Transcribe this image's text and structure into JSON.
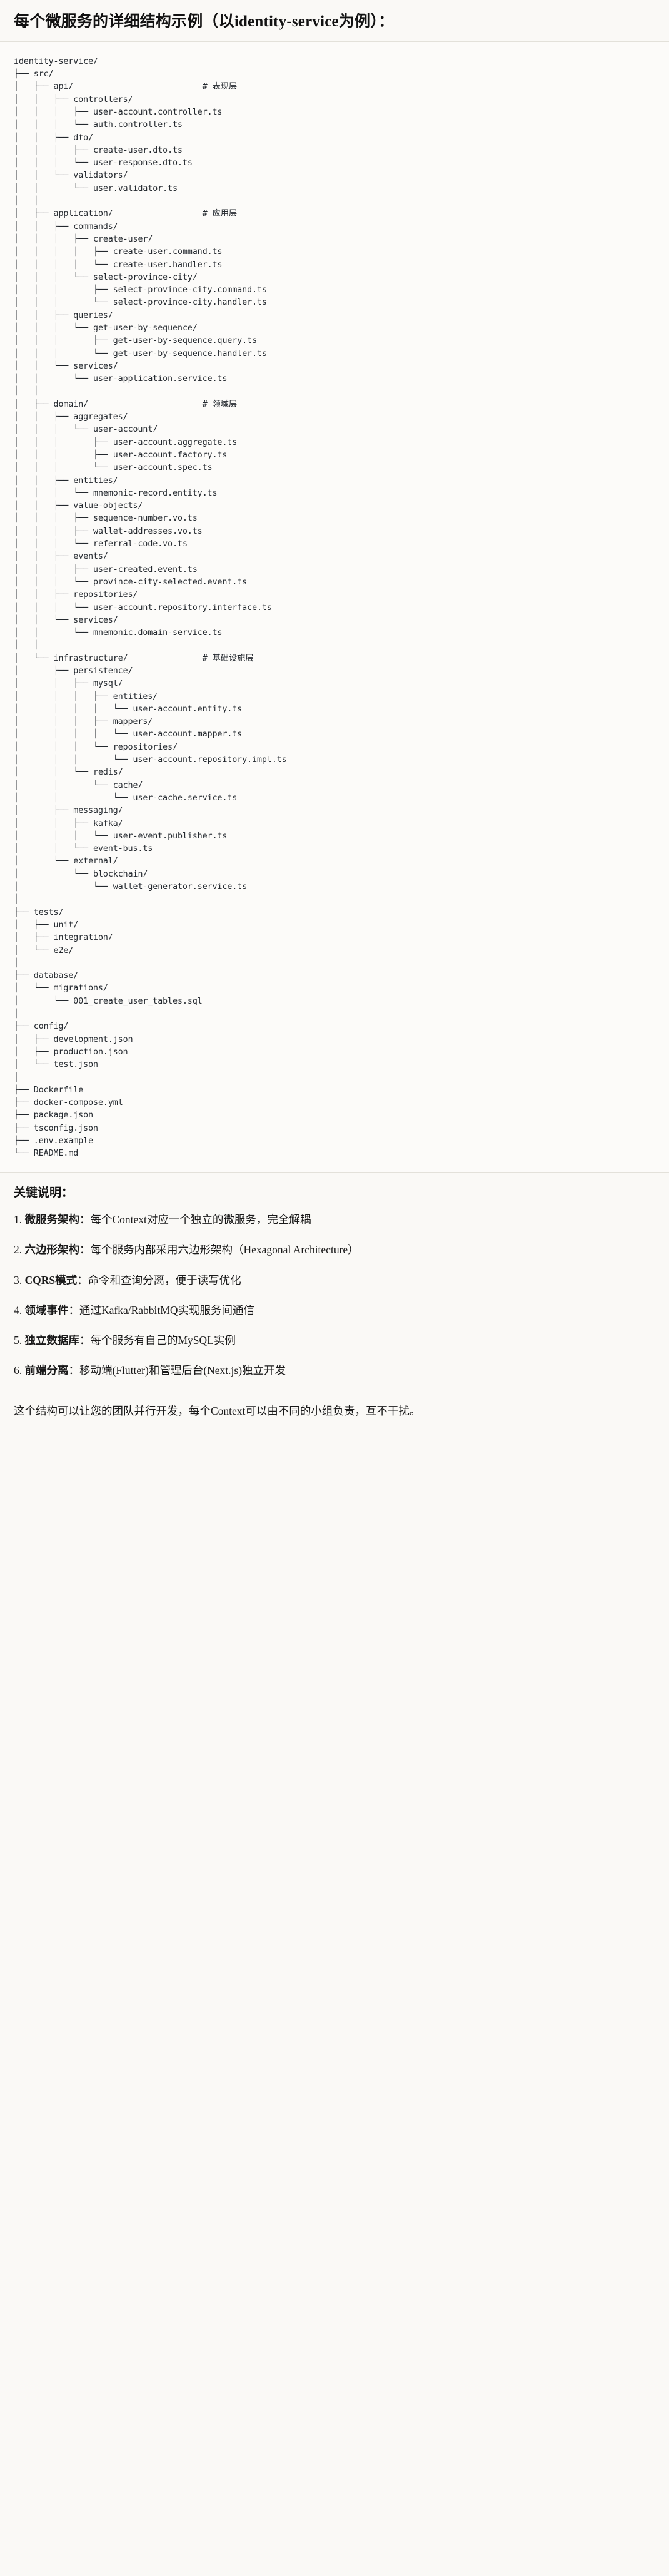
{
  "heading": {
    "prefix": "每个微服务的详细结构示例（以",
    "latin": "identity-service",
    "suffix": "为例）："
  },
  "tree": {
    "root": "identity-service/",
    "text": "identity-service/\n├── src/\n│   ├── api/                          # 表现层\n│   │   ├── controllers/\n│   │   │   ├── user-account.controller.ts\n│   │   │   └── auth.controller.ts\n│   │   ├── dto/\n│   │   │   ├── create-user.dto.ts\n│   │   │   └── user-response.dto.ts\n│   │   └── validators/\n│   │       └── user.validator.ts\n│   │\n│   ├── application/                  # 应用层\n│   │   ├── commands/\n│   │   │   ├── create-user/\n│   │   │   │   ├── create-user.command.ts\n│   │   │   │   └── create-user.handler.ts\n│   │   │   └── select-province-city/\n│   │   │       ├── select-province-city.command.ts\n│   │   │       └── select-province-city.handler.ts\n│   │   ├── queries/\n│   │   │   └── get-user-by-sequence/\n│   │   │       ├── get-user-by-sequence.query.ts\n│   │   │       └── get-user-by-sequence.handler.ts\n│   │   └── services/\n│   │       └── user-application.service.ts\n│   │\n│   ├── domain/                       # 领域层\n│   │   ├── aggregates/\n│   │   │   └── user-account/\n│   │   │       ├── user-account.aggregate.ts\n│   │   │       ├── user-account.factory.ts\n│   │   │       └── user-account.spec.ts\n│   │   ├── entities/\n│   │   │   └── mnemonic-record.entity.ts\n│   │   ├── value-objects/\n│   │   │   ├── sequence-number.vo.ts\n│   │   │   ├── wallet-addresses.vo.ts\n│   │   │   └── referral-code.vo.ts\n│   │   ├── events/\n│   │   │   ├── user-created.event.ts\n│   │   │   └── province-city-selected.event.ts\n│   │   ├── repositories/\n│   │   │   └── user-account.repository.interface.ts\n│   │   └── services/\n│   │       └── mnemonic.domain-service.ts\n│   │\n│   └── infrastructure/               # 基础设施层\n│       ├── persistence/\n│       │   ├── mysql/\n│       │   │   ├── entities/\n│       │   │   │   └── user-account.entity.ts\n│       │   │   ├── mappers/\n│       │   │   │   └── user-account.mapper.ts\n│       │   │   └── repositories/\n│       │   │       └── user-account.repository.impl.ts\n│       │   └── redis/\n│       │       └── cache/\n│       │           └── user-cache.service.ts\n│       ├── messaging/\n│       │   ├── kafka/\n│       │   │   └── user-event.publisher.ts\n│       │   └── event-bus.ts\n│       └── external/\n│           └── blockchain/\n│               └── wallet-generator.service.ts\n│\n├── tests/\n│   ├── unit/\n│   ├── integration/\n│   └── e2e/\n│\n├── database/\n│   └── migrations/\n│       └── 001_create_user_tables.sql\n│\n├── config/\n│   ├── development.json\n│   ├── production.json\n│   └── test.json\n│\n├── Dockerfile\n├── docker-compose.yml\n├── package.json\n├── tsconfig.json\n├── .env.example\n└── README.md"
  },
  "notes": {
    "title": "关键说明：",
    "items": [
      {
        "term": "微服务架构",
        "sep": "：",
        "desc": "每个Context对应一个独立的微服务，完全解耦"
      },
      {
        "term": "六边形架构",
        "sep": "：",
        "desc": "每个服务内部采用六边形架构（Hexagonal Architecture）"
      },
      {
        "term": "CQRS模式",
        "sep": "：",
        "desc": "命令和查询分离，便于读写优化"
      },
      {
        "term": "领域事件",
        "sep": "：",
        "desc": "通过Kafka/RabbitMQ实现服务间通信"
      },
      {
        "term": "独立数据库",
        "sep": "：",
        "desc": "每个服务有自己的MySQL实例"
      },
      {
        "term": "前端分离",
        "sep": "：",
        "desc": "移动端(Flutter)和管理后台(Next.js)独立开发"
      }
    ],
    "closing": "这个结构可以让您的团队并行开发，每个Context可以由不同的小组负责，互不干扰。"
  },
  "colors": {
    "page_bg": "#faf9f6",
    "code_bg": "#fcfbf9",
    "rule": "#e3e1da",
    "code_text": "#24292f",
    "heading_text": "#121212"
  }
}
